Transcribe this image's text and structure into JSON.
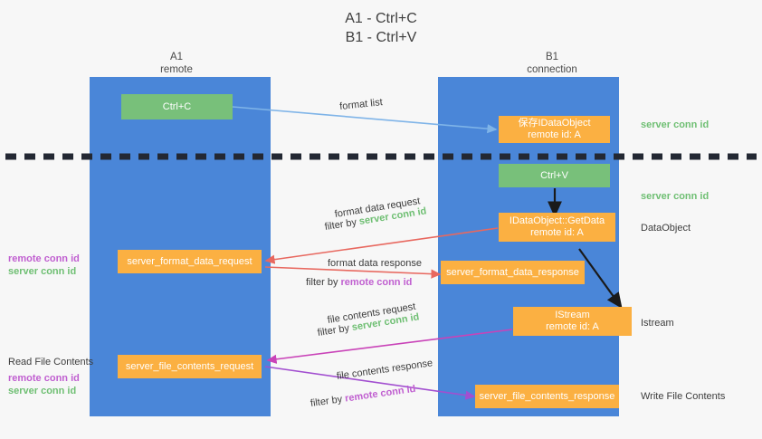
{
  "title": {
    "line1": "A1 - Ctrl+C",
    "line2": "B1 - Ctrl+V"
  },
  "columns": [
    {
      "name": "A1",
      "sub": "remote"
    },
    {
      "name": "B1",
      "sub": "connection"
    }
  ],
  "boxes": {
    "ctrl_c": "Ctrl+C",
    "ctrl_v": "Ctrl+V",
    "save_idataobject_l1": "保存IDataObject",
    "save_idataobject_l2": "remote id: A",
    "getdata_l1": "IDataObject::GetData",
    "getdata_l2": "remote id: A",
    "istream_l1": "IStream",
    "istream_l2": "remote id: A",
    "server_format_data_request": "server_format_data_request",
    "server_format_data_response": "server_format_data_response",
    "server_file_contents_request": "server_file_contents_request",
    "server_file_contents_response": "server_file_contents_response"
  },
  "edge_labels": {
    "format_list": "format list",
    "format_data_request": "format data request",
    "format_data_request_filter_prefix": "filter by ",
    "format_data_request_filter_value": "server conn id",
    "format_data_response": "format data response",
    "format_data_response_filter_prefix": "filter by ",
    "format_data_response_filter_value": "remote conn id",
    "file_contents_request": "file contents request",
    "file_contents_request_filter_prefix": "filter by ",
    "file_contents_request_filter_value": "server conn id",
    "file_contents_response": "file contents response",
    "file_contents_response_filter_prefix": "filter by ",
    "file_contents_response_filter_value": "remote conn id"
  },
  "right_annotations": [
    {
      "text": "server conn id",
      "kind": "green"
    },
    {
      "text": "server conn id",
      "kind": "green"
    },
    {
      "text": "DataObject",
      "kind": "plain"
    },
    {
      "text": "Istream",
      "kind": "plain"
    },
    {
      "text": "Write File Contents",
      "kind": "plain"
    }
  ],
  "left_annotations": {
    "group1_line1": "remote conn id",
    "group1_line2": "server conn id",
    "read_file_contents": "Read File Contents",
    "group2_line1": "remote conn id",
    "group2_line2": "server conn id"
  },
  "colors": {
    "lane_blue": "#4a86d8",
    "box_green": "#78c07a",
    "box_orange": "#fbb042",
    "arrow_lightblue": "#7fb4e8",
    "arrow_red": "#e8685f",
    "arrow_magenta": "#c943b8",
    "arrow_purple": "#a24fd0",
    "arrow_black": "#1a1a1a",
    "text_green": "#6fbf73",
    "text_purple": "#c05fd0",
    "background": "#f7f7f7"
  }
}
